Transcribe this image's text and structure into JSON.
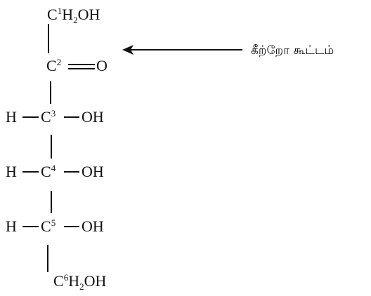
{
  "diagram": {
    "c1": {
      "atom": "C",
      "num": "1",
      "h": "H",
      "hcount": "2",
      "group": "OH"
    },
    "c2": {
      "atom": "C",
      "num": "2",
      "o": "O"
    },
    "c3": {
      "h": "H",
      "atom": "C",
      "num": "3",
      "group": "OH"
    },
    "c4": {
      "h": "H",
      "atom": "C",
      "num": "4",
      "group": "OH"
    },
    "c5": {
      "h": "H",
      "atom": "C",
      "num": "5",
      "group": "OH"
    },
    "c6": {
      "atom": "C",
      "num": "6",
      "h": "H",
      "hcount": "2",
      "group": "OH"
    },
    "annotation": {
      "label": "கீற்றோ கூட்டம்"
    }
  }
}
